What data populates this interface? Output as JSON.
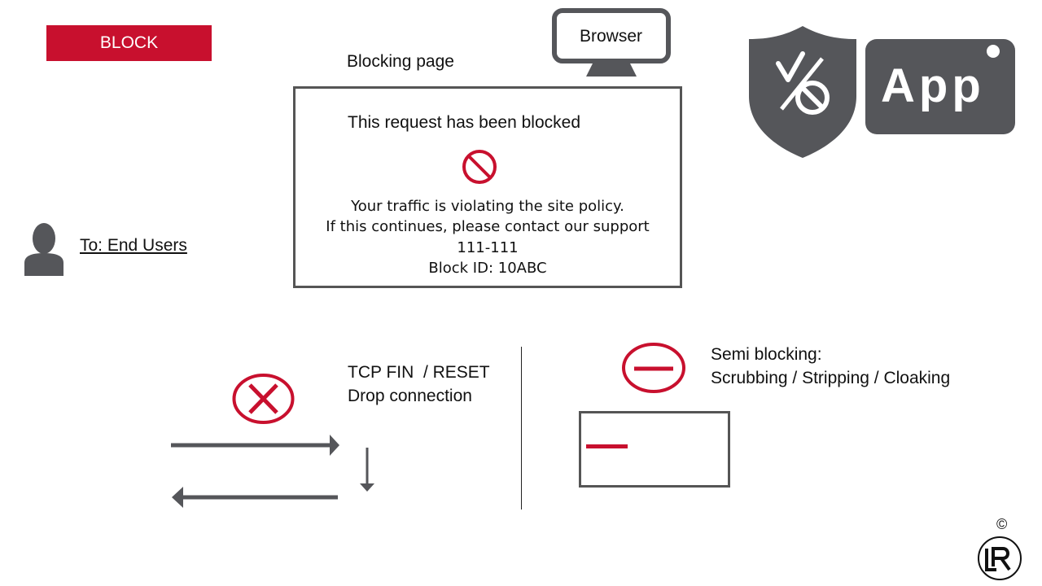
{
  "badge": {
    "label": "BLOCK"
  },
  "blocking_page": {
    "label": "Blocking page",
    "title": "This request has been blocked",
    "line1": "Your traffic is violating the site policy.",
    "line2": "If this continues, please contact our support",
    "line3": "111-111",
    "line4": "Block ID: 10ABC"
  },
  "browser": {
    "label": "Browser"
  },
  "app": {
    "label": "App"
  },
  "audience": {
    "label": "To: End Users"
  },
  "tcp": {
    "line1": "TCP FIN  / RESET",
    "line2": "Drop connection"
  },
  "semi": {
    "line1": "Semi blocking:",
    "line2": "Scrubbing / Stripping / Cloaking"
  },
  "footer": {
    "copyright": "©"
  },
  "colors": {
    "accent": "#c8102e",
    "icon_gray": "#55565a",
    "line_gray": "#555555"
  },
  "icons": [
    "monitor-icon",
    "shield-icon",
    "no-entry-icon",
    "user-icon",
    "x-circle-icon",
    "minus-circle-icon",
    "arrow-right-icon",
    "arrow-left-icon",
    "arrow-down-icon",
    "logo-icon"
  ]
}
